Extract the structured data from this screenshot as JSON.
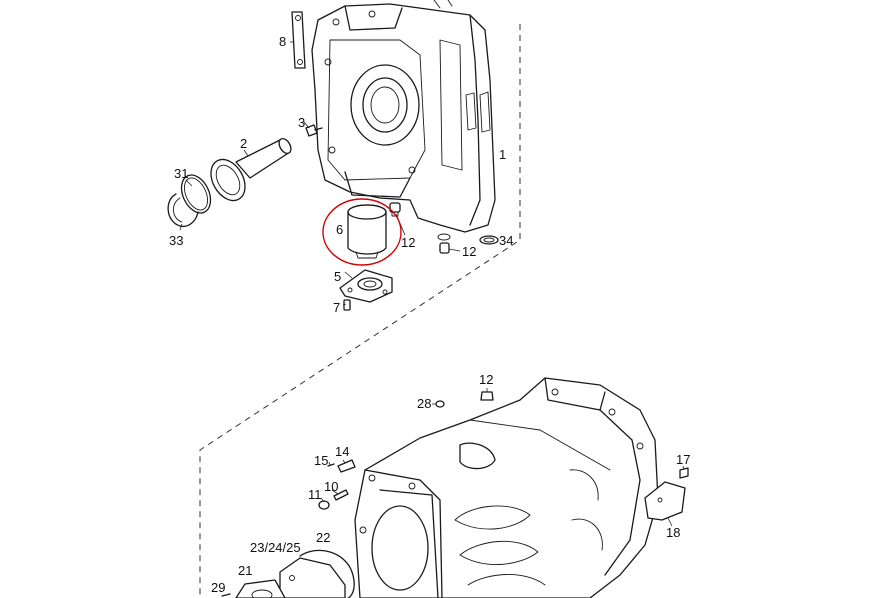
{
  "callouts": {
    "c1": "1",
    "c2": "2",
    "c3": "3",
    "c5": "5",
    "c6": "6",
    "c7": "7",
    "c8": "8",
    "c10": "10",
    "c11": "11",
    "c12a": "12",
    "c12b": "12",
    "c12c": "12",
    "c14": "14",
    "c15": "15",
    "c17": "17",
    "c18": "18",
    "c21": "21",
    "c22": "22",
    "c23": "23/24/25",
    "c28": "28",
    "c29": "29",
    "c31": "31",
    "c33": "33",
    "c34": "34"
  },
  "highlight": {
    "color": "#d40000",
    "part": "6"
  }
}
